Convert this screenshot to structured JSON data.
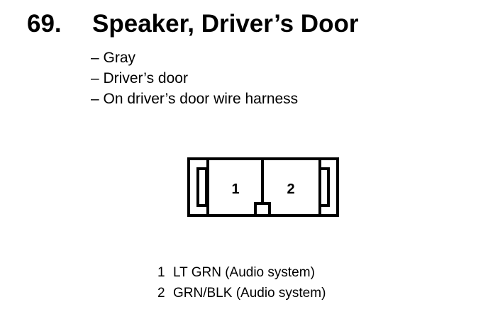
{
  "heading": {
    "number": "69.",
    "title": "Speaker, Driver’s Door"
  },
  "details": [
    "– Gray",
    "– Driver’s door",
    "– On driver’s door wire harness"
  ],
  "connector": {
    "cavity_labels": [
      "1",
      "2"
    ],
    "color": "#000000"
  },
  "pins": [
    {
      "number": "1",
      "description": "LT GRN (Audio system)"
    },
    {
      "number": "2",
      "description": "GRN/BLK (Audio system)"
    }
  ]
}
